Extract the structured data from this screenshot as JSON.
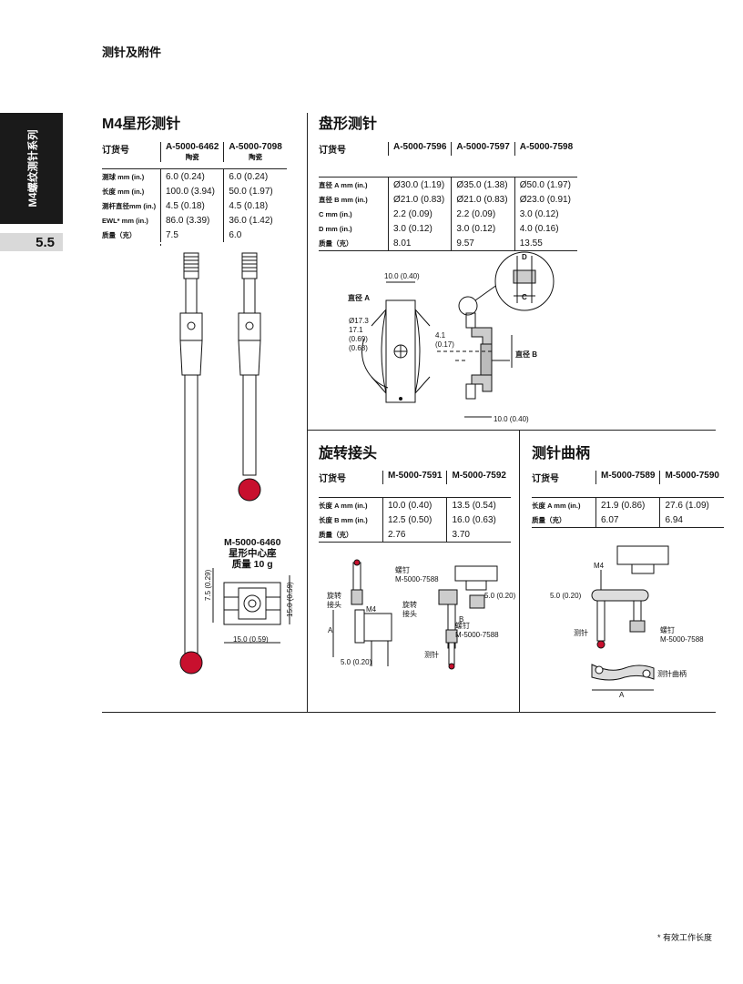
{
  "header": "测针及附件",
  "side_tab": {
    "text": "M4螺纹测针系列",
    "number": "5.5"
  },
  "footnote": "* 有效工作长度",
  "m4_star": {
    "title": "M4星形测针",
    "order_label": "订货号",
    "columns": [
      {
        "code": "A-5000-6462",
        "sub": "陶瓷"
      },
      {
        "code": "A-5000-7098",
        "sub": "陶瓷"
      }
    ],
    "rows": [
      {
        "label": "测球 mm (in.)",
        "values": [
          "6.0 (0.24)",
          "6.0 (0.24)"
        ]
      },
      {
        "label": "长度 mm (in.)",
        "values": [
          "100.0 (3.94)",
          "50.0 (1.97)"
        ]
      },
      {
        "label": "测杆直径mm (in.)",
        "values": [
          "4.5 (0.18)",
          "4.5 (0.18)"
        ]
      },
      {
        "label": "EWL* mm (in.)",
        "values": [
          "86.0 (3.39)",
          "36.0 (1.42)"
        ]
      },
      {
        "label": "质量（克）",
        "values": [
          "7.5",
          "6.0"
        ]
      }
    ],
    "center_block": {
      "code": "M-5000-6460",
      "name": "星形中心座",
      "mass": "质量 10 g",
      "dim_height": "7.5 (0.29)",
      "dim_height2": "15.0 (0.59)",
      "dim_width": "15.0 (0.59)"
    }
  },
  "disc": {
    "title": "盘形测针",
    "order_label": "订货号",
    "columns": [
      "A-5000-7596",
      "A-5000-7597",
      "A-5000-7598"
    ],
    "rows": [
      {
        "label": "直径 A mm (in.)",
        "values": [
          "Ø30.0 (1.19)",
          "Ø35.0 (1.38)",
          "Ø50.0 (1.97)"
        ]
      },
      {
        "label": "直径 B mm (in.)",
        "values": [
          "Ø21.0 (0.83)",
          "Ø21.0 (0.83)",
          "Ø23.0 (0.91)"
        ]
      },
      {
        "label": "C mm (in.)",
        "values": [
          "2.2 (0.09)",
          "2.2 (0.09)",
          "3.0 (0.12)"
        ]
      },
      {
        "label": "D mm (in.)",
        "values": [
          "3.0 (0.12)",
          "3.0 (0.12)",
          "4.0 (0.16)"
        ]
      },
      {
        "label": "质量（克）",
        "values": [
          "8.01",
          "9.57",
          "13.55"
        ]
      }
    ],
    "drawing": {
      "top_dim": "10.0 (0.40)",
      "dia_a": "直径 A",
      "d1": "Ø17.3",
      "d2": "17.1",
      "d3": "(0.69)",
      "d4": "(0.68)",
      "side1": "4.1",
      "side2": "(0.17)",
      "dia_b": "直径 B",
      "bottom_dim": "10.0 (0.40)",
      "d_label": "D",
      "c_label": "C"
    }
  },
  "swivel": {
    "title": "旋转接头",
    "order_label": "订货号",
    "columns": [
      "M-5000-7591",
      "M-5000-7592"
    ],
    "rows": [
      {
        "label": "长度 A mm (in.)",
        "values": [
          "10.0 (0.40)",
          "13.5 (0.54)"
        ]
      },
      {
        "label": "长度 B mm (in.)",
        "values": [
          "12.5 (0.50)",
          "16.0 (0.63)"
        ]
      },
      {
        "label": "质量（克）",
        "values": [
          "2.76",
          "3.70"
        ]
      }
    ],
    "drawing": {
      "screw": "螺钉",
      "screw_code": "M-5000-7588",
      "swivel1": "旋转",
      "swivel2": "接头",
      "m4": "M4",
      "a": "A",
      "b": "B",
      "dim1": "5.0 (0.20)",
      "dim2": "5.0 (0.20)",
      "stylus": "测针",
      "screw2": "螺钉",
      "screw_code2": "M-5000-7588"
    }
  },
  "crank": {
    "title": "测针曲柄",
    "order_label": "订货号",
    "columns": [
      "M-5000-7589",
      "M-5000-7590"
    ],
    "rows": [
      {
        "label": "长度 A mm (in.)",
        "values": [
          "21.9 (0.86)",
          "27.6 (1.09)"
        ]
      },
      {
        "label": "质量（克）",
        "values": [
          "6.07",
          "6.94"
        ]
      }
    ],
    "drawing": {
      "m4": "M4",
      "dim": "5.0 (0.20)",
      "stylus": "测针",
      "screw": "螺钉",
      "screw_code": "M-5000-7588",
      "crank": "测针曲柄",
      "a": "A"
    }
  }
}
